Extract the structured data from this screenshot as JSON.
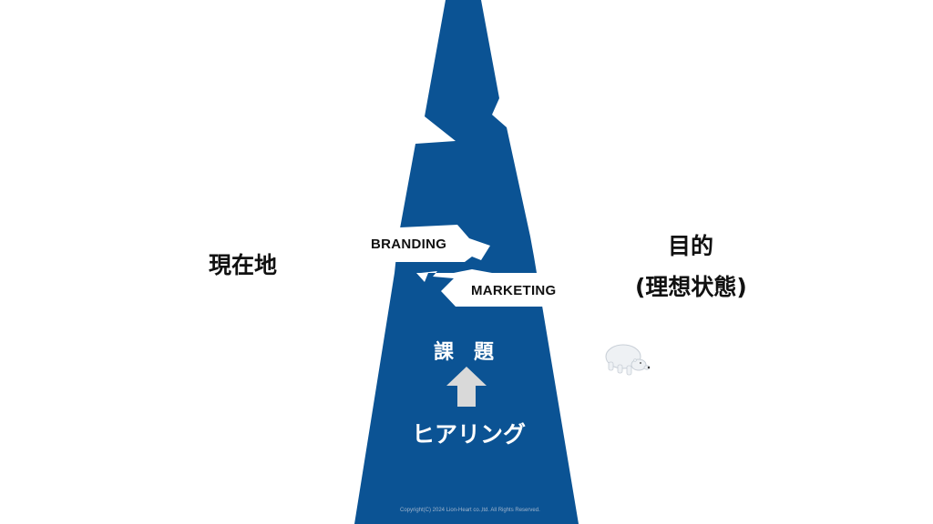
{
  "labels": {
    "current": "現在地",
    "goal_title": "目的",
    "goal_subtitle": "(理想状態)",
    "branding": "BRANDING",
    "marketing": "MARKETING",
    "issues": "課題",
    "hearing": "ヒアリング",
    "copyright": "Copyright(C) 2024 Lion-Heart co.,ltd. All Rights Reserved."
  },
  "colors": {
    "mountain": "#0b5394",
    "arrow": "#d9d9d9",
    "text": "#111111"
  },
  "icons": {
    "arrow": "arrow-up-icon",
    "bear": "polar-bear-icon"
  }
}
